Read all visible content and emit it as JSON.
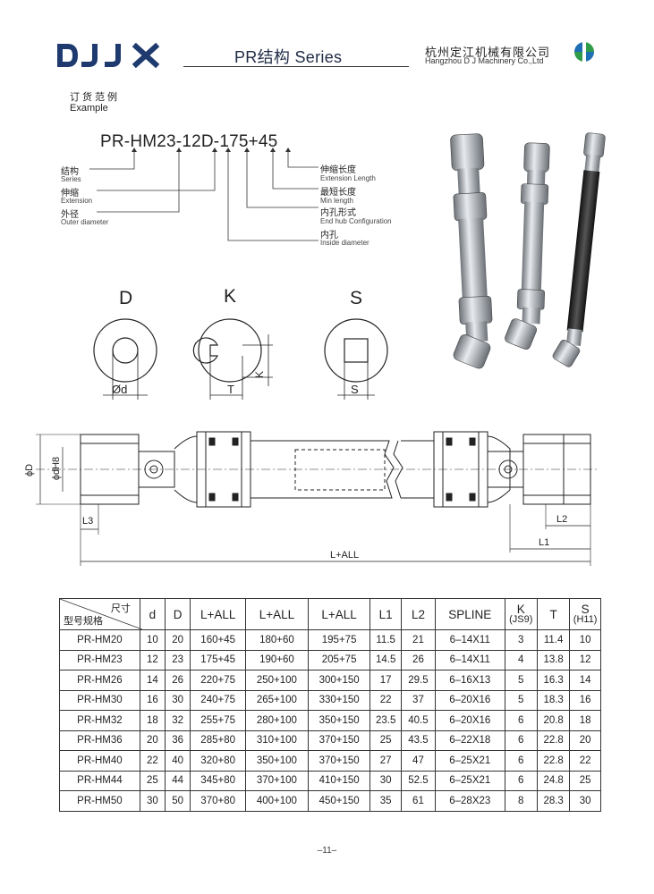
{
  "header": {
    "logo_text": "DJJX",
    "series_title": "PR结构 Series",
    "company_cn": "杭州定江机械有限公司",
    "company_en": "Hangzhou D J Machinery Co.,Ltd"
  },
  "example": {
    "title_cn": "订货范例",
    "title_en": "Example",
    "code": "PR-HM23-12D-175+45",
    "labels": [
      {
        "cn": "结构",
        "en": "Series"
      },
      {
        "cn": "伸缩",
        "en": "Extension"
      },
      {
        "cn": "外径",
        "en": "Outer diameter"
      },
      {
        "cn": "伸缩长度",
        "en": "Extension Length"
      },
      {
        "cn": "最短长度",
        "en": "Min length"
      },
      {
        "cn": "内孔形式",
        "en": "End hub Configuration"
      },
      {
        "cn": "内孔",
        "en": "Inside diameter"
      }
    ]
  },
  "bore_types": [
    {
      "letter": "D",
      "dim1": "Ød"
    },
    {
      "letter": "K",
      "dim1": "T",
      "dim2": "K"
    },
    {
      "letter": "S",
      "dim1": "S"
    }
  ],
  "drawing": {
    "phiD": "ϕD",
    "phidH8": "ϕdH8",
    "L3": "L3",
    "L2": "L2",
    "L1": "L1",
    "LALL": "L+ALL"
  },
  "table": {
    "corner_top": "尺寸",
    "corner_bottom": "型号规格",
    "headers": [
      {
        "main": "d"
      },
      {
        "main": "D"
      },
      {
        "main": "L+ALL"
      },
      {
        "main": "L+ALL"
      },
      {
        "main": "L+ALL"
      },
      {
        "main": "L1"
      },
      {
        "main": "L2"
      },
      {
        "main": "SPLINE"
      },
      {
        "main": "K",
        "sub": "(JS9)"
      },
      {
        "main": "T"
      },
      {
        "main": "S",
        "sub": "(H11)"
      }
    ],
    "rows": [
      [
        "PR-HM20",
        "10",
        "20",
        "160+45",
        "180+60",
        "195+75",
        "11.5",
        "21",
        "6–14X11",
        "3",
        "11.4",
        "10"
      ],
      [
        "PR-HM23",
        "12",
        "23",
        "175+45",
        "190+60",
        "205+75",
        "14.5",
        "26",
        "6–14X11",
        "4",
        "13.8",
        "12"
      ],
      [
        "PR-HM26",
        "14",
        "26",
        "220+75",
        "250+100",
        "300+150",
        "17",
        "29.5",
        "6–16X13",
        "5",
        "16.3",
        "14"
      ],
      [
        "PR-HM30",
        "16",
        "30",
        "240+75",
        "265+100",
        "330+150",
        "22",
        "37",
        "6–20X16",
        "5",
        "18.3",
        "16"
      ],
      [
        "PR-HM32",
        "18",
        "32",
        "255+75",
        "280+100",
        "350+150",
        "23.5",
        "40.5",
        "6–20X16",
        "6",
        "20.8",
        "18"
      ],
      [
        "PR-HM36",
        "20",
        "36",
        "285+80",
        "310+100",
        "370+150",
        "25",
        "43.5",
        "6–22X18",
        "6",
        "22.8",
        "20"
      ],
      [
        "PR-HM40",
        "22",
        "40",
        "320+80",
        "350+100",
        "370+150",
        "27",
        "47",
        "6–25X21",
        "6",
        "22.8",
        "22"
      ],
      [
        "PR-HM44",
        "25",
        "44",
        "345+80",
        "370+100",
        "410+150",
        "30",
        "52.5",
        "6–25X21",
        "6",
        "24.8",
        "25"
      ],
      [
        "PR-HM50",
        "30",
        "50",
        "370+80",
        "400+100",
        "450+150",
        "35",
        "61",
        "6–28X23",
        "8",
        "28.3",
        "30"
      ]
    ]
  },
  "page_number": "–11–",
  "colors": {
    "logo": "#1f3a6e",
    "accent_green": "#2e9c48",
    "accent_blue": "#1f6fb5"
  }
}
